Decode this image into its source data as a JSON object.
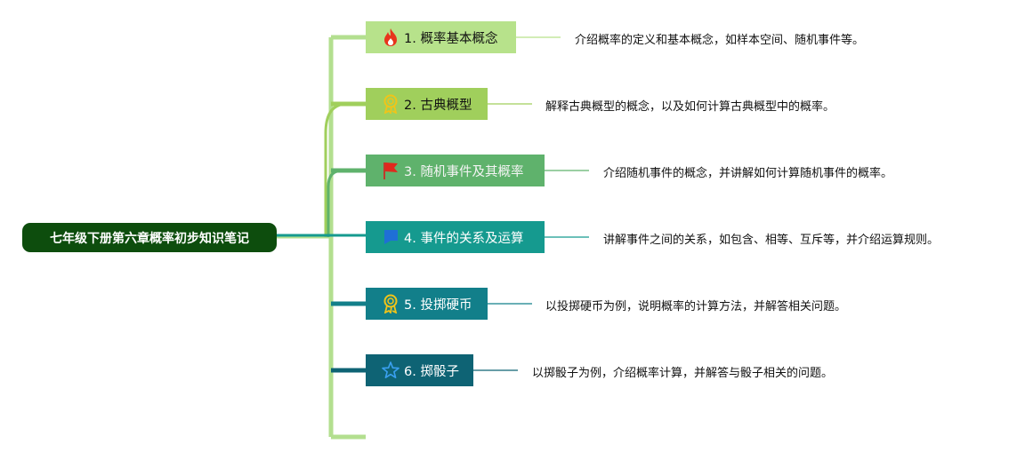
{
  "root": {
    "title": "七年级下册第六章概率初步知识笔记"
  },
  "topics": [
    {
      "label": "1. 概率基本概念",
      "icon": "fire-icon",
      "color": "#b7e28b",
      "desc": "介绍概率的定义和基本概念，如样本空间、随机事件等。"
    },
    {
      "label": "2. 古典概型",
      "icon": "award-ribbon-icon",
      "color": "#a0cf5c",
      "desc": "解释古典概型的概念，以及如何计算古典概型中的概率。"
    },
    {
      "label": "3. 随机事件及其概率",
      "icon": "red-flag-icon",
      "color": "#5fb26c",
      "desc": "介绍随机事件的概念，并讲解如何计算随机事件的概率。"
    },
    {
      "label": "4. 事件的关系及运算",
      "icon": "blue-flag-icon",
      "color": "#159a8f",
      "desc": "讲解事件之间的关系，如包含、相等、互斥等，并介绍运算规则。"
    },
    {
      "label": "5. 投掷硬币",
      "icon": "award-ribbon-icon",
      "color": "#127f8a",
      "desc": "以投掷硬币为例，说明概率的计算方法，并解答相关问题。"
    },
    {
      "label": "6. 掷骰子",
      "icon": "star-outline-icon",
      "color": "#0e6374",
      "desc": "以掷骰子为例，介绍概率计算，并解答与骰子相关的问题。"
    }
  ]
}
